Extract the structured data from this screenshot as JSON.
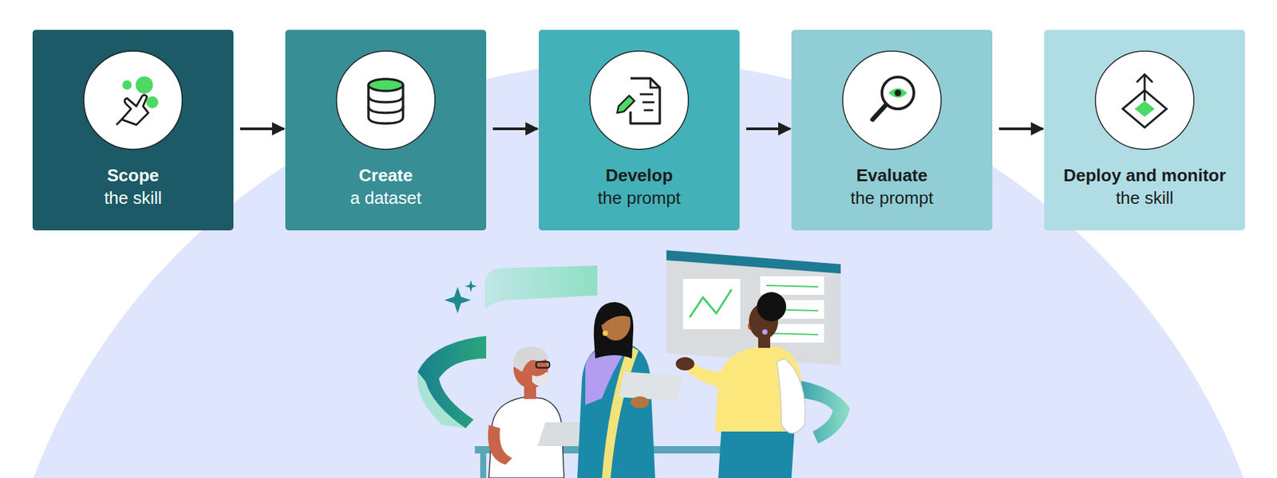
{
  "diagram": {
    "nodes": [
      {
        "text": [
          "Scope",
          "the skill"
        ]
      },
      {
        "text": [
          "Create",
          "a dataset"
        ]
      },
      {
        "text": [
          "Develop",
          "the prompt"
        ]
      },
      {
        "text": [
          "Evaluate",
          "the prompt"
        ]
      },
      {
        "text": [
          "Deploy and monitor",
          "the skill"
        ]
      }
    ],
    "edges": [
      {
        "from": 0,
        "to": 1,
        "arrow": "to"
      },
      {
        "from": 1,
        "to": 2,
        "arrow": "to"
      },
      {
        "from": 2,
        "to": 3,
        "arrow": "to"
      },
      {
        "from": 3,
        "to": 4,
        "arrow": "to"
      }
    ]
  }
}
